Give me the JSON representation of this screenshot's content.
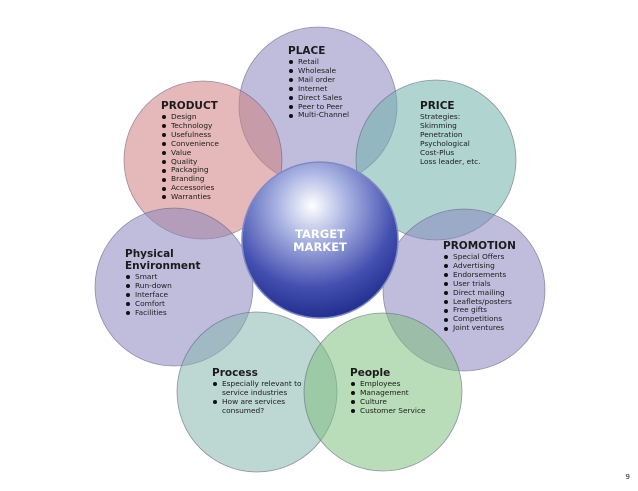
{
  "center": {
    "line1": "TARGET",
    "line2": "MARKET"
  },
  "colors": {
    "place": "#8a87bd",
    "price": "#6fb2a9",
    "product": "#cf7f7f",
    "promotion": "#8a87bd",
    "physical": "#8a87bd",
    "process": "#86b6ad",
    "people": "#7fc07f",
    "center_light": "#a9b3e2",
    "center_dark": "#1d2a8a"
  },
  "place": {
    "title": "PLACE",
    "items": [
      "Retail",
      "Wholesale",
      "Mail order",
      "Internet",
      "Direct Sales",
      "Peer to Peer",
      "Multi-Channel"
    ]
  },
  "price": {
    "title": "PRICE",
    "lines": [
      "Strategies:",
      "Skimming",
      "Penetration",
      "Psychological",
      "Cost-Plus",
      "Loss leader, etc."
    ]
  },
  "product": {
    "title": "PRODUCT",
    "items": [
      "Design",
      "Technology",
      "Usefulness",
      "Convenience",
      "Value",
      "Quality",
      "Packaging",
      "Branding",
      "Accessories",
      "Warranties"
    ]
  },
  "promotion": {
    "title": "PROMOTION",
    "items": [
      "Special Offers",
      "Advertising",
      "Endorsements",
      "User trials",
      "Direct mailing",
      "Leaflets/posters",
      "Free gifts",
      "Competitions",
      "Joint ventures"
    ]
  },
  "physical": {
    "title_line1": "Physical",
    "title_line2": "Environment",
    "items": [
      "Smart",
      "Run-down",
      "Interface",
      "Comfort",
      "Facilities"
    ]
  },
  "process": {
    "title": "Process",
    "item1_line1": "Especially relevant to",
    "item1_line2": "service industries",
    "item2_line1": "How are services",
    "item2_line2": "consumed?"
  },
  "people": {
    "title": "People",
    "items": [
      "Employees",
      "Management",
      "Culture",
      "Customer Service"
    ]
  },
  "page_number": "9"
}
